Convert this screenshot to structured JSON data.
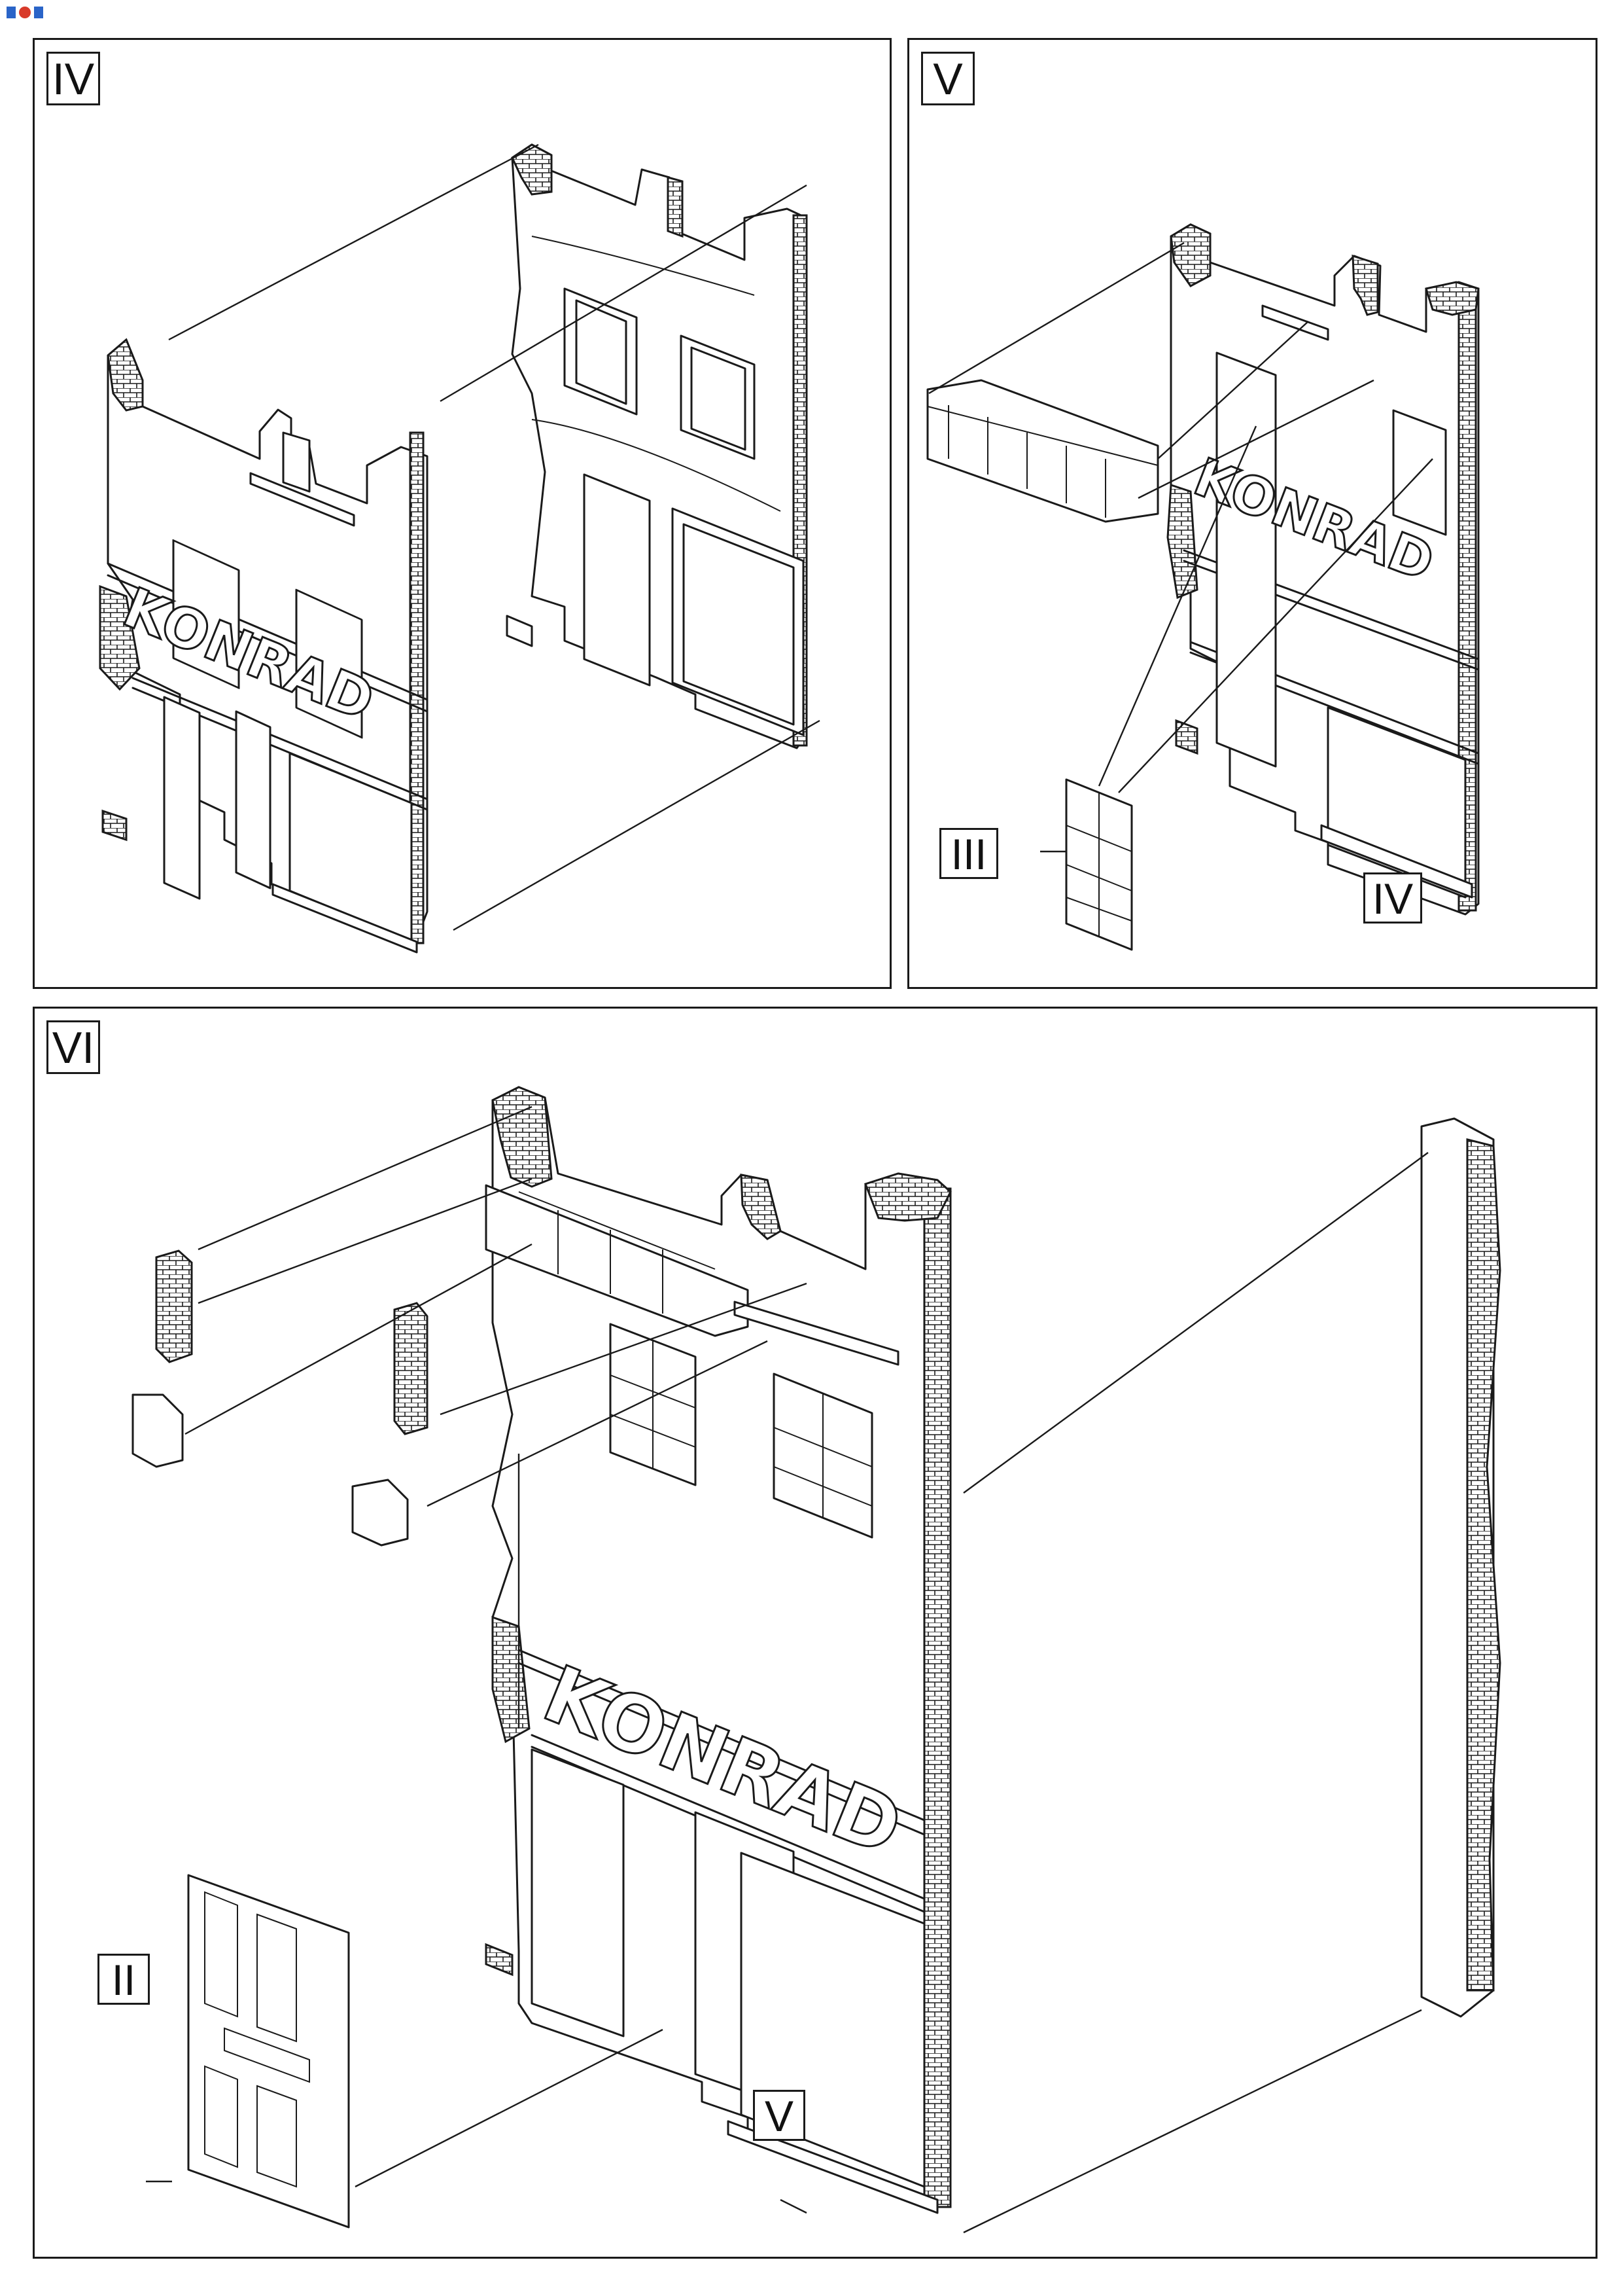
{
  "logo": {
    "icon": "publisher-logo-icon",
    "text": ""
  },
  "panels": [
    {
      "id": "iv",
      "label": "IV",
      "callouts": []
    },
    {
      "id": "v",
      "label": "V",
      "callouts": [
        "III",
        "IV"
      ]
    },
    {
      "id": "vi",
      "label": "VI",
      "callouts": [
        "II",
        "V"
      ]
    }
  ],
  "signage": {
    "shop_name": "KONRAD"
  }
}
